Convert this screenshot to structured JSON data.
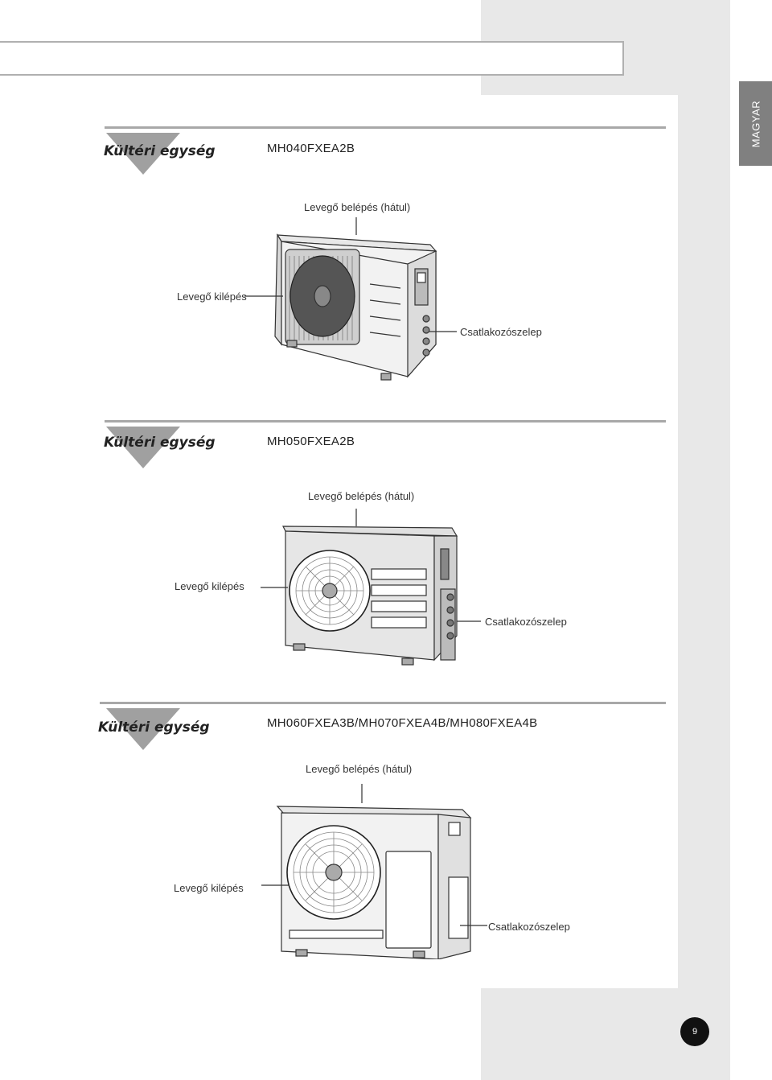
{
  "header": {
    "language": "MAGYAR"
  },
  "sections": [
    {
      "title": "Kültéri egység",
      "model": "MH040FXEA2B",
      "labels": {
        "inlet": "Levegő belépés (hátul)",
        "outlet": "Levegő kilépés",
        "valve": "Csatlakozószelep"
      }
    },
    {
      "title": "Kültéri egység",
      "model": "MH050FXEA2B",
      "labels": {
        "inlet": "Levegő belépés (hátul)",
        "outlet": "Levegő kilépés",
        "valve": "Csatlakozószelep"
      }
    },
    {
      "title": "Kültéri egység",
      "model": "MH060FXEA3B/MH070FXEA4B/MH080FXEA4B",
      "labels": {
        "inlet": "Levegő belépés (hátul)",
        "outlet": "Levegő kilépés",
        "valve": "Csatlakozószelep"
      }
    }
  ],
  "footer": {
    "page_number": "9"
  }
}
